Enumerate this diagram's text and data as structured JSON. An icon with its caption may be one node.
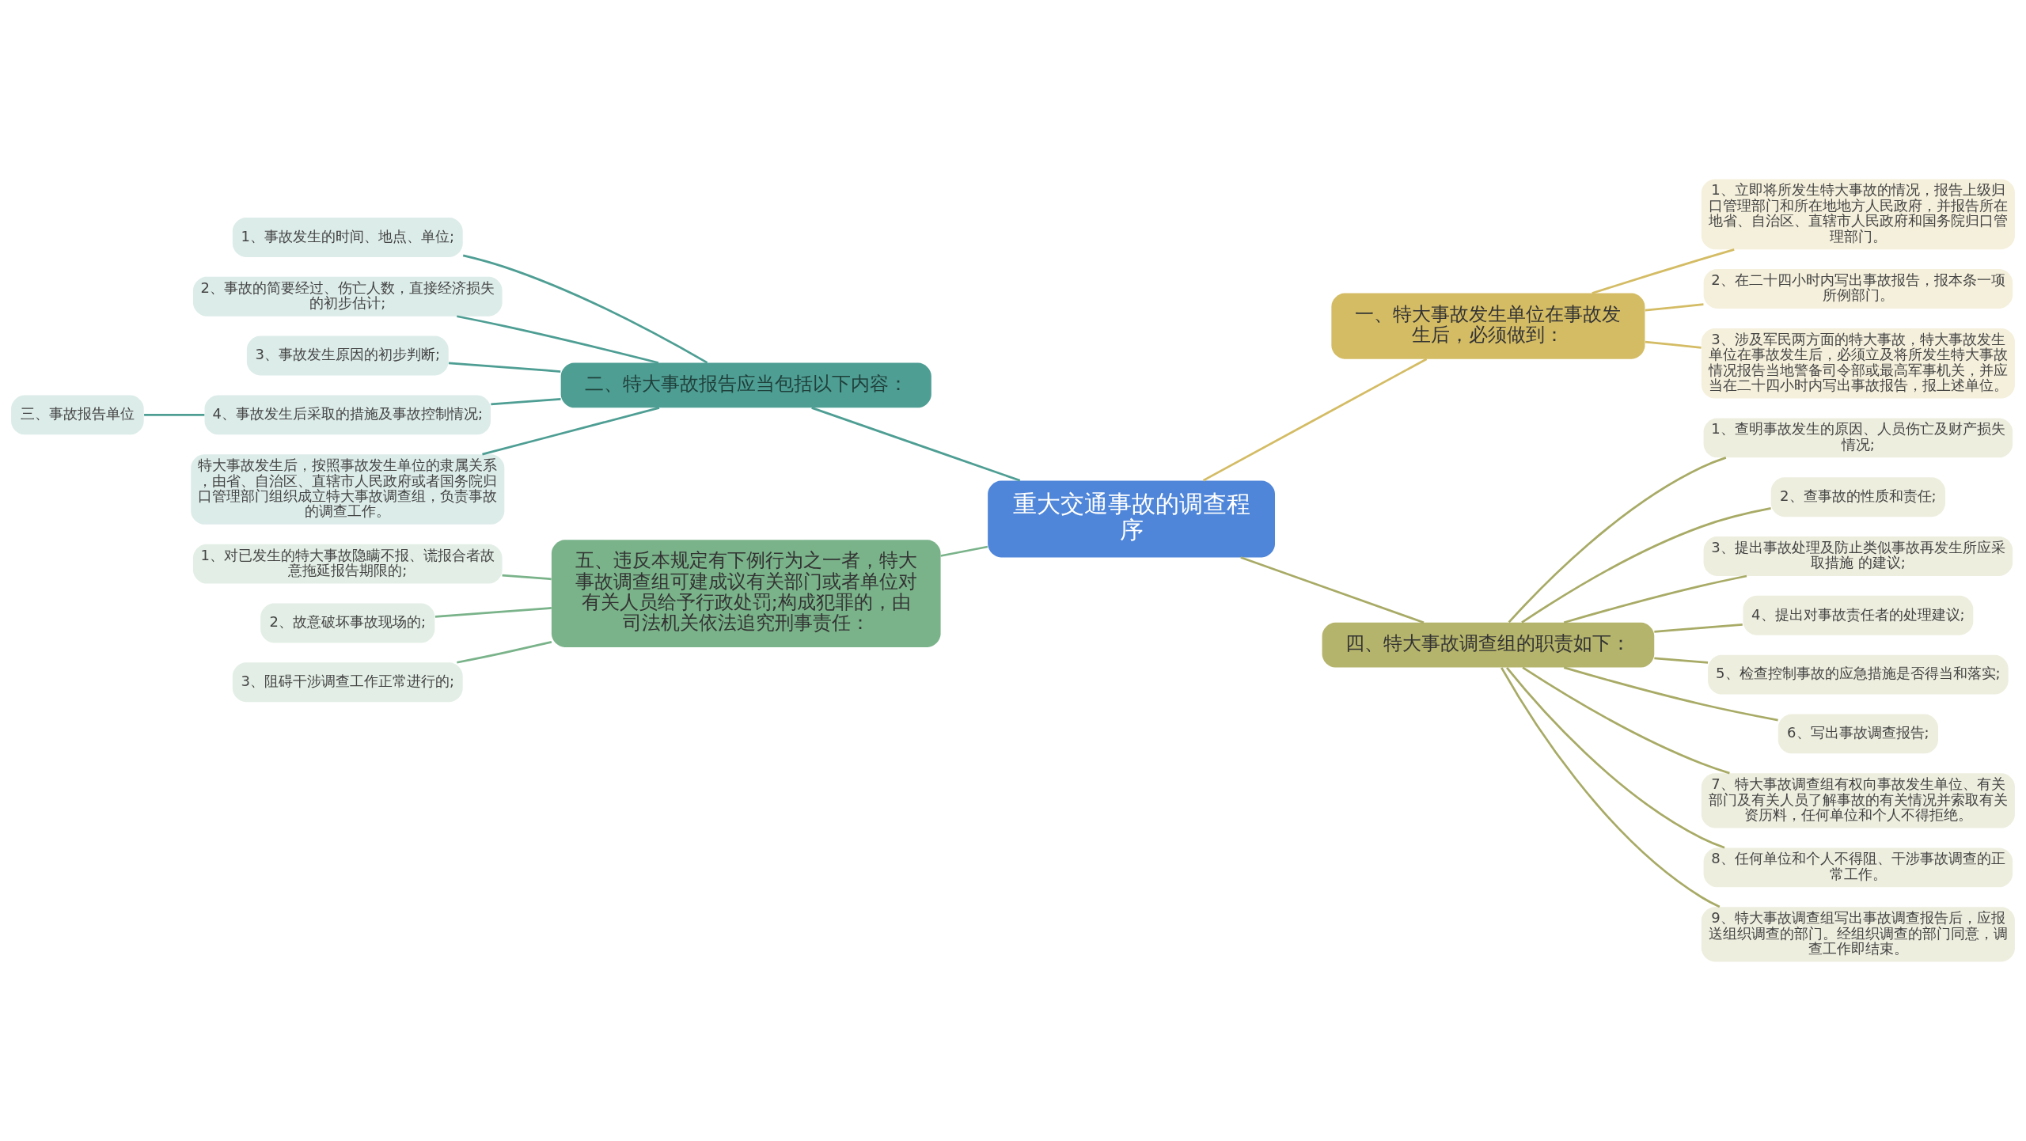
{
  "diagram": {
    "nodes": [
      {
        "text": [
          "重大交通事故的调查程序"
        ]
      },
      {
        "text": [
          "一、特大事故发生单位在事故发生后，必须做到："
        ]
      },
      {
        "text": [
          "1、立即将所发生特大事故的情况，报告上级归口管理部门和所在地地方人民政府，并报告所在地省、自治区、直辖市人民政府和国务院归口管理部门。"
        ]
      },
      {
        "text": [
          "2、在二十四小时内写出事故报告，报本条一项所例部门。"
        ]
      },
      {
        "text": [
          "3、涉及军民两方面的特大事故，特大事故发生单位在事故发生后，必须立及将所发生特大事故情况报告当地警备司令部或最高军事机关，并应当在二十四小时内写出事故报告，报上述单位。"
        ]
      },
      {
        "text": [
          "二、特大事故报告应当包括以下内容："
        ]
      },
      {
        "text": [
          "1、事故发生的时间、地点、单位;"
        ]
      },
      {
        "text": [
          "2、事故的简要经过、伤亡人数，直接经济损失的初步估计;"
        ]
      },
      {
        "text": [
          "3、事故发生原因的初步判断;"
        ]
      },
      {
        "text": [
          "4、事故发生后采取的措施及事故控制情况;"
        ]
      },
      {
        "text": [
          "特大事故发生后，按照事故发生单位的隶属关系，由省、自治区、直辖市人民政府或者国务院归口管理部门组织成立特大事故调查组，负责事故的调查工作。"
        ]
      },
      {
        "text": [
          "三、事故报告单位"
        ]
      },
      {
        "text": [
          "四、特大事故调查组的职责如下："
        ]
      },
      {
        "text": [
          "1、查明事故发生的原因、人员伤亡及财产损失情况;"
        ]
      },
      {
        "text": [
          "2、查事故的性质和责任;"
        ]
      },
      {
        "text": [
          "3、提出事故处理及防止类似事故再发生所应采取措施 的建议;"
        ]
      },
      {
        "text": [
          "4、提出对事故责任者的处理建议;"
        ]
      },
      {
        "text": [
          "5、检查控制事故的应急措施是否得当和落实;"
        ]
      },
      {
        "text": [
          "6、写出事故调查报告;"
        ]
      },
      {
        "text": [
          "7、特大事故调查组有权向事故发生单位、有关部门及有关人员了解事故的有关情况并索取有关资历料，任何单位和个人不得拒绝。"
        ]
      },
      {
        "text": [
          "8、任何单位和个人不得阻、干涉事故调查的正常工作。"
        ]
      },
      {
        "text": [
          "9、特大事故调查组写出事故调查报告后，应报送组织调查的部门。经组织调查的部门同意，调查工作即结束。"
        ]
      },
      {
        "text": [
          "五、违反本规定有下例行为之一者，特大事故调查组可建成议有关部门或者单位对有关人员给予行政处罚;构成犯罪的，由司法机关依法追究刑事责任："
        ]
      },
      {
        "text": [
          "1、对已发生的特大事故隐瞒不报、谎报合者故意拖延报告期限的;"
        ]
      },
      {
        "text": [
          "2、故意破坏事故现场的;"
        ]
      },
      {
        "text": [
          "3、阻碍干涉调查工作正常进行的;"
        ]
      }
    ],
    "edges": [
      {
        "from": 0,
        "to": 1,
        "arrow": "none",
        "color": "#d4bc65"
      },
      {
        "from": 1,
        "to": 2,
        "arrow": "none",
        "color": "#d4bc65"
      },
      {
        "from": 1,
        "to": 3,
        "arrow": "none",
        "color": "#d4bc65"
      },
      {
        "from": 1,
        "to": 4,
        "arrow": "none",
        "color": "#d4bc65"
      },
      {
        "from": 0,
        "to": 5,
        "arrow": "none",
        "color": "#4e9e94"
      },
      {
        "from": 5,
        "to": 6,
        "arrow": "none",
        "color": "#4e9e94"
      },
      {
        "from": 5,
        "to": 7,
        "arrow": "none",
        "color": "#4e9e94"
      },
      {
        "from": 5,
        "to": 8,
        "arrow": "none",
        "color": "#4e9e94"
      },
      {
        "from": 5,
        "to": 9,
        "arrow": "none",
        "color": "#4e9e94"
      },
      {
        "from": 5,
        "to": 10,
        "arrow": "none",
        "color": "#4e9e94"
      },
      {
        "from": 9,
        "to": 11,
        "arrow": "none",
        "color": "#4e9e94"
      },
      {
        "from": 0,
        "to": 12,
        "arrow": "none",
        "color": "#a8ab66"
      },
      {
        "from": 12,
        "to": 13,
        "arrow": "none",
        "color": "#a8ab66"
      },
      {
        "from": 12,
        "to": 14,
        "arrow": "none",
        "color": "#a8ab66"
      },
      {
        "from": 12,
        "to": 15,
        "arrow": "none",
        "color": "#a8ab66"
      },
      {
        "from": 12,
        "to": 16,
        "arrow": "none",
        "color": "#a8ab66"
      },
      {
        "from": 12,
        "to": 17,
        "arrow": "none",
        "color": "#a8ab66"
      },
      {
        "from": 12,
        "to": 18,
        "arrow": "none",
        "color": "#a8ab66"
      },
      {
        "from": 12,
        "to": 19,
        "arrow": "none",
        "color": "#a8ab66"
      },
      {
        "from": 12,
        "to": 20,
        "arrow": "none",
        "color": "#a8ab66"
      },
      {
        "from": 12,
        "to": 21,
        "arrow": "none",
        "color": "#a8ab66"
      },
      {
        "from": 0,
        "to": 22,
        "arrow": "none",
        "color": "#7ab38a"
      },
      {
        "from": 22,
        "to": 23,
        "arrow": "none",
        "color": "#7ab38a"
      },
      {
        "from": 22,
        "to": 24,
        "arrow": "none",
        "color": "#7ab38a"
      },
      {
        "from": 22,
        "to": 25,
        "arrow": "none",
        "color": "#7ab38a"
      }
    ]
  }
}
